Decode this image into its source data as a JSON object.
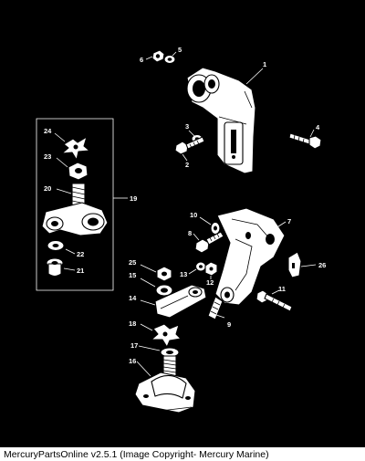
{
  "caption": "MercuryPartsOnline v2.5.1 (Image Copyright- Mercury Marine)",
  "labels": {
    "n1": "1",
    "n2": "2",
    "n3": "3",
    "n4": "4",
    "n5": "5",
    "n6": "6",
    "n7": "7",
    "n8": "8",
    "n9": "9",
    "n10": "10",
    "n11": "11",
    "n12": "12",
    "n13": "13",
    "n14": "14",
    "n15": "15",
    "n16": "16",
    "n17": "17",
    "n18": "18",
    "n19": "19",
    "n20": "20",
    "n21": "21",
    "n22": "22",
    "n23": "23",
    "n24": "24",
    "n25": "25",
    "n26": "26"
  }
}
